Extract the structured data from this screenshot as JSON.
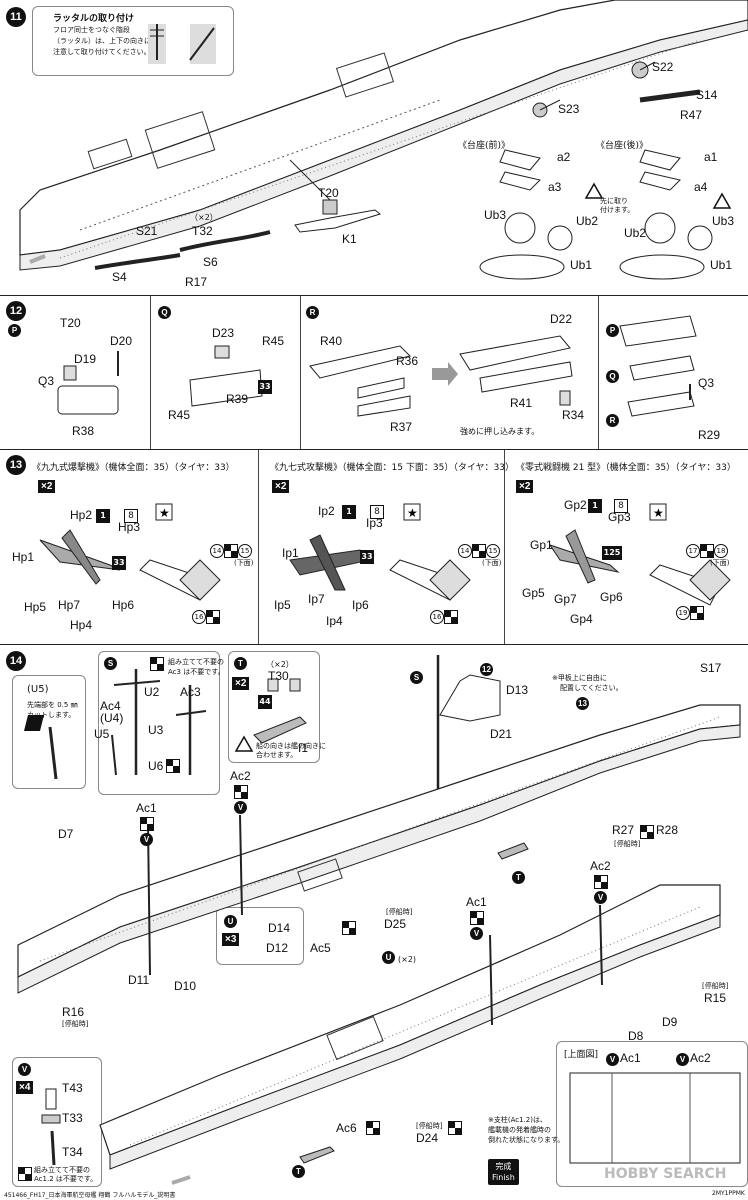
{
  "step11": {
    "num": "11",
    "ladder_title": "ラッタルの取り付け",
    "ladder_note1": "フロア同士をつなぐ階段",
    "ladder_note2": "（ラッタル）は、上下の向きに",
    "ladder_note3": "注意して取り付けてください。",
    "labels": {
      "s22": "S22",
      "s14": "S14",
      "r47": "R47",
      "s23": "S23",
      "t20": "T20",
      "k1": "K1",
      "s21": "S21",
      "t32": "T32",
      "x2": "（×2）",
      "s6": "S6",
      "s4": "S4",
      "r17": "R17"
    },
    "base_front": "《台座(前)》",
    "base_rear": "《台座(後)》",
    "a2": "a2",
    "a3": "a3",
    "ub3": "Ub3",
    "ub2": "Ub2",
    "ub1": "Ub1",
    "a1": "a1",
    "a4": "a4",
    "warn_note1": "先に取り",
    "warn_note2": "付けます。"
  },
  "step12": {
    "num": "12",
    "P": "P",
    "Q": "Q",
    "R": "R",
    "t20": "T20",
    "d20": "D20",
    "d19": "D19",
    "q3": "Q3",
    "r38": "R38",
    "d23": "D23",
    "r45a": "R45",
    "r39": "R39",
    "r45b": "R45",
    "n33": "33",
    "r40": "R40",
    "r36": "R36",
    "r37": "R37",
    "d22": "D22",
    "r41": "R41",
    "r34": "R34",
    "press_note": "強めに押し込みます。",
    "q3b": "Q3",
    "r29": "R29"
  },
  "step13": {
    "num": "13",
    "a_title": "《九九式爆撃機》",
    "a_spec": "（機体全面：",
    "a_n1": "35",
    "a_tire": "）（タイヤ：",
    "a_n2": "33",
    "a_end": "）",
    "b_title": "《九七式攻撃機》",
    "b_spec": "（機体全面：",
    "b_n1": "15",
    "b_under": "下面：",
    "b_n2": "35",
    "b_tire": "）（タイヤ：",
    "b_n3": "33",
    "b_end": "）",
    "c_title": "《零式戦闘機 21 型》",
    "c_spec": "（機体全面：",
    "c_n1": "35",
    "c_tire": "）（タイヤ：",
    "c_n2": "33",
    "c_end": "）",
    "x2": "×2",
    "hp2": "Hp2",
    "hp3": "Hp3",
    "hp1": "Hp1",
    "hp5": "Hp5",
    "hp7": "Hp7",
    "hp6": "Hp6",
    "hp4": "Hp4",
    "n1": "1",
    "n8": "8",
    "n33": "33",
    "ip2": "Ip2",
    "ip3": "Ip3",
    "ip1": "Ip1",
    "ip5": "Ip5",
    "ip7": "Ip7",
    "ip6": "Ip6",
    "ip4": "Ip4",
    "gp2": "Gp2",
    "gp3": "Gp3",
    "gp1": "Gp1",
    "gp5": "Gp5",
    "gp7": "Gp7",
    "gp6": "Gp6",
    "gp4": "Gp4",
    "n125": "125",
    "d14": "14",
    "d15": "15",
    "d16": "16",
    "d17": "17",
    "d18": "18",
    "d19": "19",
    "under": "(下面)"
  },
  "step14": {
    "num": "14",
    "u5_title": "(U5)",
    "u5_note1": "先端部を 0.5 ㎜",
    "u5_note2": "カットします。",
    "S": "S",
    "assemble1": "組み立てて不要の",
    "assemble2": "Ac3 は不要です。",
    "u2": "U2",
    "ac3": "Ac3",
    "ac4": "Ac4",
    "u4": "(U4)",
    "u5": "U5",
    "u3": "U3",
    "u6": "U6",
    "T": "T",
    "x2": "×2",
    "tx2": "（×2）",
    "t30": "T30",
    "n44": "44",
    "i1": "I1",
    "bow_note": "船の向きは艦の向きに",
    "bow_note2": "合わせます。",
    "n12": "12",
    "d13": "D13",
    "d21": "D21",
    "s17": "S17",
    "deck_note1": "※甲板上に自由に",
    "deck_note2": "配置してください。",
    "n13": "13",
    "ac2": "Ac2",
    "v": "V",
    "ac1": "Ac1",
    "d7": "D7",
    "r27": "R27",
    "r28": "R28",
    "stop": "[停船時]",
    "d25": "D25",
    "ac5": "Ac5",
    "d11": "D11",
    "d10": "D10",
    "u": "U",
    "x3": "×3",
    "d14": "D14",
    "d12": "D12",
    "ux2": "(×2)",
    "r16": "R16",
    "r15": "R15",
    "d8": "D8",
    "d9": "D9",
    "v_title": "V",
    "x4": "×4",
    "t43": "T43",
    "t33": "T33",
    "t34": "T34",
    "v_note1": "組み立てて不要の",
    "v_note2": "Ac1.2 は不要です。",
    "ac6": "Ac6",
    "d24": "D24",
    "top_view": "[上面図]",
    "note_ac1": "※支柱(",
    "note_ac2": "Ac1.2)は、",
    "note_ac3": "艦載機の発着艦時の",
    "note_ac4": "倒れた状態になります。",
    "finish_jp": "完成",
    "finish_en": "Finish"
  },
  "footer": {
    "left": "451466_FH17_日本海軍航空母艦 翔鶴 フルハルモデル_説明書",
    "right": "2MY1PPMK",
    "watermark": "HOBBY SEARCH"
  }
}
